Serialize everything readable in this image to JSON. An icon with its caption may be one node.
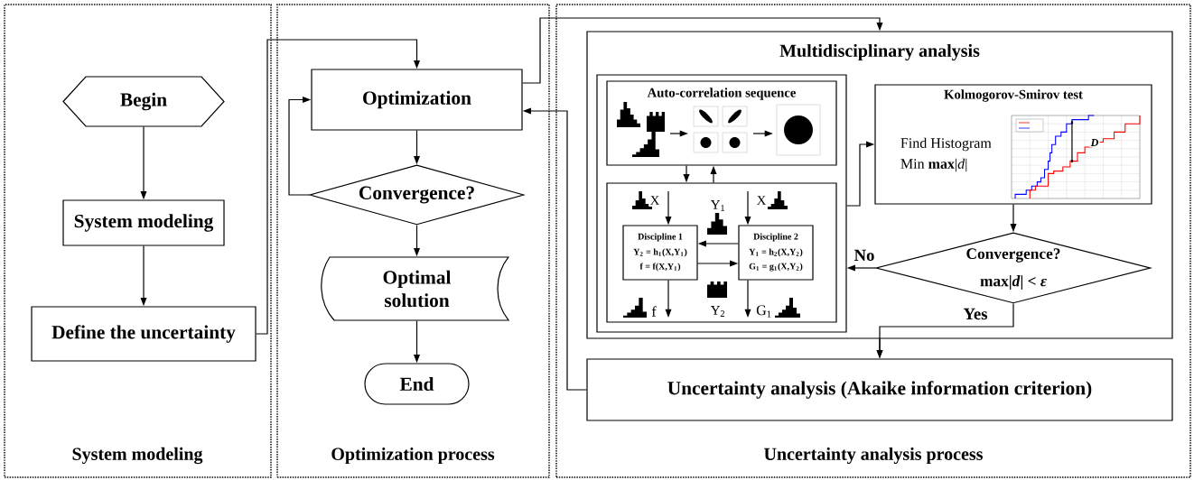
{
  "diagram": {
    "nodes": [
      {
        "text": [
          "System modeling"
        ]
      },
      {
        "text": [
          "Begin"
        ],
        "in": 0
      },
      {
        "text": [
          "System modeling"
        ],
        "in": 0
      },
      {
        "text": [
          "Define the uncertainty"
        ],
        "in": 0
      },
      {
        "text": [
          "Optimization process"
        ]
      },
      {
        "text": [
          "Optimization"
        ],
        "in": 4
      },
      {
        "text": [
          "Convergence?"
        ],
        "in": 4
      },
      {
        "text": [
          "Optimal solution"
        ],
        "in": 4
      },
      {
        "text": [
          "End"
        ],
        "in": 4
      },
      {
        "text": [
          "Uncertainty analysis process"
        ]
      },
      {
        "text": [
          "Multidisciplinary analysis"
        ],
        "in": 9
      },
      {
        "text": [],
        "shape": "box",
        "in": 10
      },
      {
        "text": [
          "Auto-correlation sequence"
        ],
        "in": 11
      },
      {
        "text": [],
        "shape": "box",
        "in": 11
      },
      {
        "text": [
          "Discipline 1",
          "Y$_{2}$ = h$_{1}$(X,Y$_{1}$)",
          "f = f(X,Y$_{1}$)"
        ],
        "in": 13
      },
      {
        "text": [
          "Discipline 2",
          "Y$_{1}$ = h$_{2}$(X,Y$_{2}$)",
          "G$_{1}$ = g$_{1}$(X,Y$_{2}$)"
        ],
        "in": 13
      },
      {
        "text": [
          "Kolmogorov-Smirov test",
          "Find Histogram",
          "Min **max**|*d*|"
        ],
        "in": 10
      },
      {
        "text": [
          "Convergence?",
          "**max**|*d*| < *ε*"
        ],
        "in": 10
      },
      {
        "text": [
          "Uncertainty analysis (Akaike information criterion)"
        ],
        "in": 9
      }
    ],
    "edges": [
      {
        "from": 1,
        "to": 2,
        "arrow": "to"
      },
      {
        "from": 2,
        "to": 3,
        "arrow": "to"
      },
      {
        "from": 3,
        "to": 5,
        "arrow": "to"
      },
      {
        "from": 5,
        "to": 6,
        "arrow": "to"
      },
      {
        "from": 6,
        "to": 5,
        "arrow": "to"
      },
      {
        "from": 6,
        "to": 7,
        "arrow": "to"
      },
      {
        "from": 7,
        "to": 8,
        "arrow": "to"
      },
      {
        "from": 5,
        "to": 10,
        "arrow": "to"
      },
      {
        "from": 18,
        "to": 5,
        "arrow": "to"
      },
      {
        "from": 12,
        "to": 13,
        "arrow": "to"
      },
      {
        "from": 13,
        "to": 12,
        "arrow": "to"
      },
      {
        "from": null,
        "to": 14,
        "arrow": "to",
        "label": "X"
      },
      {
        "from": null,
        "to": 15,
        "arrow": "to",
        "label": "X"
      },
      {
        "from": 15,
        "to": 14,
        "arrow": "to",
        "label": "Y$_{1}$"
      },
      {
        "from": 14,
        "to": 15,
        "arrow": "to",
        "label": "Y$_{2}$"
      },
      {
        "from": 14,
        "to": null,
        "arrow": "to",
        "label": "f"
      },
      {
        "from": 15,
        "to": null,
        "arrow": "to",
        "label": "G$_{1}$"
      },
      {
        "from": 11,
        "to": 16,
        "arrow": "to"
      },
      {
        "from": 16,
        "to": 17,
        "arrow": "to"
      },
      {
        "from": 17,
        "to": 11,
        "arrow": "to",
        "label": "No"
      },
      {
        "from": 17,
        "to": 18,
        "arrow": "to",
        "label": "Yes"
      },
      {
        "from": 10,
        "to": 18,
        "arrow": "to"
      }
    ],
    "labels": [
      "D"
    ]
  }
}
